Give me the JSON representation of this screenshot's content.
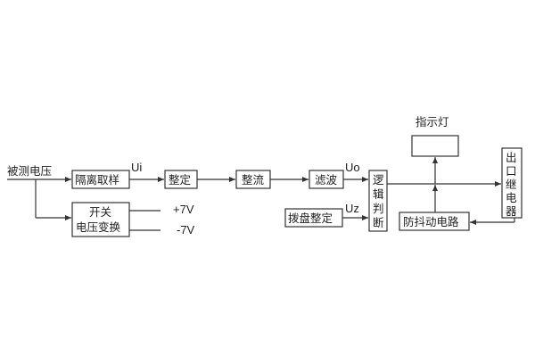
{
  "diagram": {
    "input_label": "被测电压",
    "blocks": {
      "isolation_sampling": "隔离取样",
      "switch_power_line1": "开关",
      "switch_power_line2": "电压变换",
      "shaping": "整定",
      "rectify": "整流",
      "filter": "滤波",
      "dial_setting": "拨盘整定",
      "logic_judge": [
        "逻",
        "辑",
        "判",
        "断"
      ],
      "indicator_lamp": "指示灯",
      "anti_jitter": "防抖动电路",
      "output_relay": [
        "出",
        "口",
        "继",
        "电",
        "器"
      ]
    },
    "signals": {
      "ui": "Ui",
      "uo": "Uo",
      "uz": "Uz",
      "plus7v": "+7V",
      "minus7v": "-7V"
    }
  }
}
